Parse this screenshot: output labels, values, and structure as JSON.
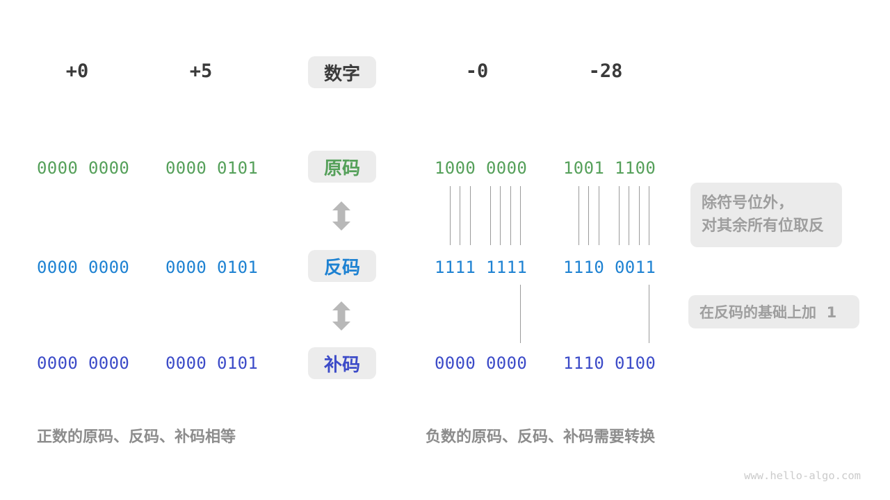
{
  "colors": {
    "green": "#55a05a",
    "blue": "#1e82d2",
    "indigo": "#3c4bc8",
    "dark_text": "#3a3a3a",
    "annotation_text": "#9e9e9e",
    "caption_text": "#8c8c8c",
    "box_background": "#ececec",
    "connector_line": "#9a9a9a",
    "arrow_gray": "#b8b8b8"
  },
  "header": {
    "positive_values": [
      "+0",
      "+5"
    ],
    "center_label": "数字",
    "negative_values": [
      "-0",
      "-28"
    ]
  },
  "rows": [
    {
      "label": "原码",
      "values": [
        "0000 0000",
        "0000 0101",
        "1000 0000",
        "1001 1100"
      ]
    },
    {
      "label": "反码",
      "values": [
        "0000 0000",
        "0000 0101",
        "1111 1111",
        "1110 0011"
      ]
    },
    {
      "label": "补码",
      "values": [
        "0000 0000",
        "0000 0101",
        "0000 0000",
        "1110 0100"
      ]
    }
  ],
  "annotations": {
    "flip_note": "除符号位外，\n对其余所有位取反",
    "add_one_note": "在反码的基础上加  1"
  },
  "captions": {
    "positive": "正数的原码、反码、补码相等",
    "negative": "负数的原码、反码、补码需要转换"
  },
  "footer": {
    "watermark": "www.hello-algo.com"
  }
}
